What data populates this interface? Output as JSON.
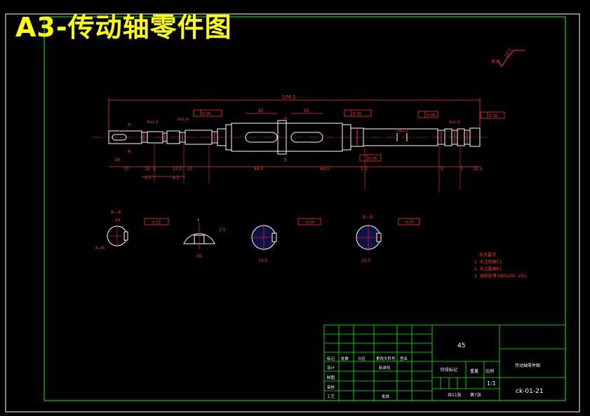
{
  "title": "A3-传动轴零件图",
  "shaft": {
    "total_length": "576.5",
    "dims_bottom": [
      "33",
      "18",
      "5",
      "32.5",
      "10",
      "44.5",
      "44.5",
      "5",
      "3",
      "5",
      "3",
      "32.5"
    ],
    "dims_small": [
      "4.5",
      "4.5"
    ],
    "keyway_widths": [
      "85",
      "85"
    ],
    "left_key": "18",
    "tolerances": [
      "0.06",
      "0.06",
      "0.06",
      "0.06",
      "0.06"
    ],
    "roughness": [
      "Ra1.6",
      "Ra1.6",
      "Ra3.2",
      "Ra1.6"
    ],
    "section_marks": [
      "A",
      "A",
      "B",
      "B"
    ]
  },
  "surface_note": "其余",
  "surface_value": "12.5",
  "sections": [
    {
      "label": "A—A",
      "top_dim": "24",
      "bottom_dim": "6.45",
      "tol": "0.02"
    },
    {
      "label": "I",
      "top_dim": "2.5",
      "bottom_dim": "R6",
      "tol": ""
    },
    {
      "label": "",
      "top_dim": "",
      "bottom_dim": "16.5",
      "tol": "0.05"
    },
    {
      "label": "B—B",
      "top_dim": "",
      "bottom_dim": "16.5",
      "tol": "0.05"
    }
  ],
  "tech_req": {
    "heading": "技术要求",
    "items": [
      "1. 未注倒角C1",
      "2. 未注圆角R1",
      "3. 调质处理 HBS230~250."
    ]
  },
  "title_block": {
    "material": "45",
    "part_name": "传动轴零件图",
    "drawing_no": "ck-01-21",
    "scale": "1:1",
    "mark_header": "阶段标记",
    "weight_header": "重量",
    "scale_header": "比例",
    "sheets_total": "共11张",
    "sheet_no": "第7张",
    "rev_headers": [
      "标记",
      "处数",
      "分区",
      "更改文件号",
      "签名"
    ],
    "row_labels": [
      "设计",
      "制图",
      "审核",
      "工艺"
    ],
    "std_label": "标准化",
    "approve_label": "批准"
  }
}
